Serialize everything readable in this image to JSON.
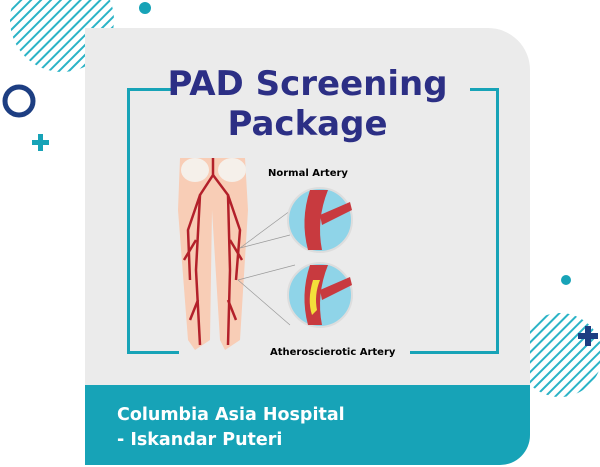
{
  "title_line1": "PAD Screening",
  "title_line2": "Package",
  "labels": {
    "normal": "Normal Artery",
    "atherosclerotic": "Atheroscierotic Artery"
  },
  "hospital_line1": "Columbia Asia Hospital",
  "hospital_line2": "- Iskandar Puteri",
  "colors": {
    "teal": "#17a3b7",
    "navy": "#2c2f85",
    "card": "#ebebeb",
    "artery": "#b3202a"
  }
}
